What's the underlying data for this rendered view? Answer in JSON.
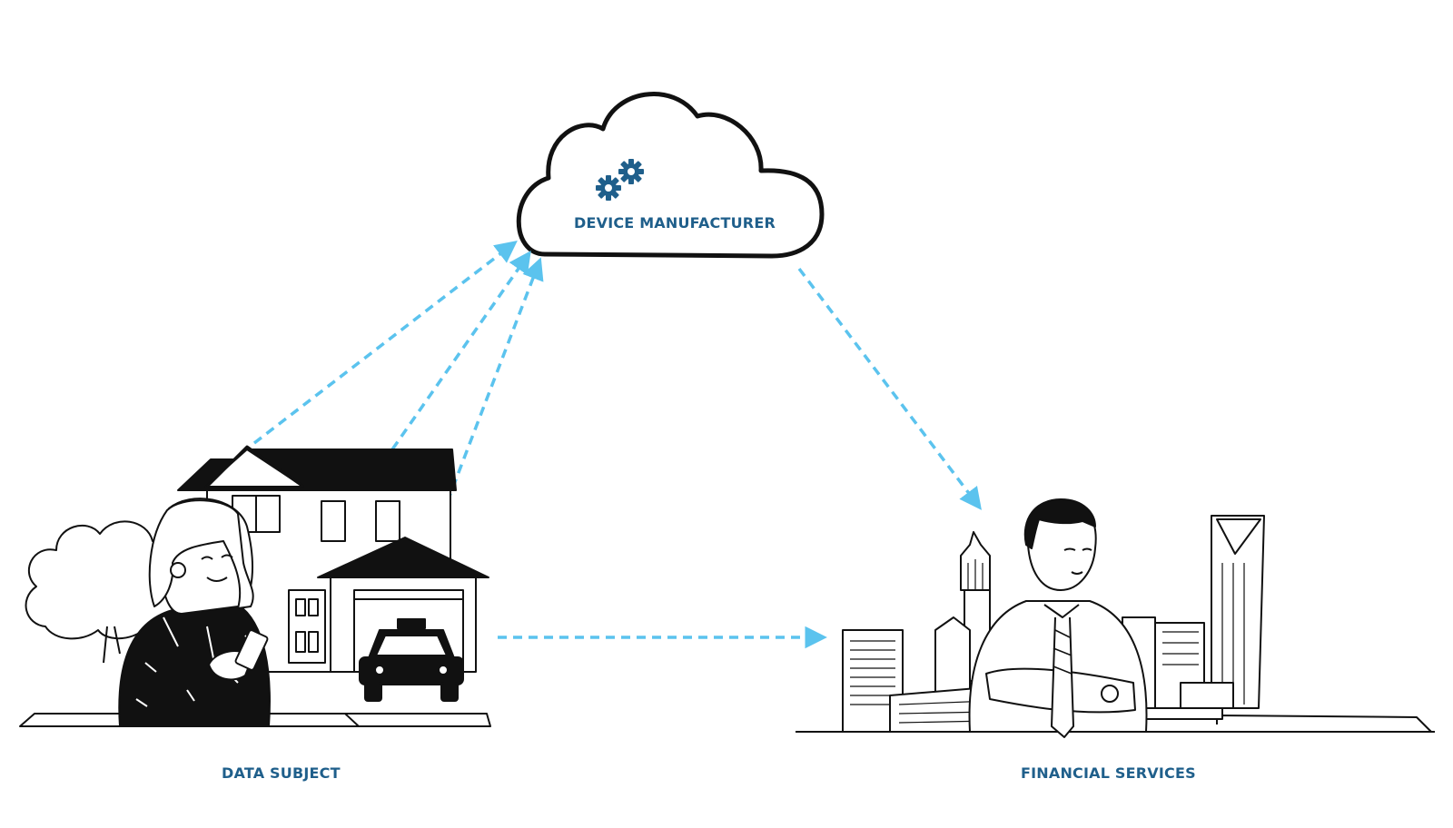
{
  "colors": {
    "label": "#1f5f8b",
    "arrow": "#5bc3ee",
    "ink": "#111111",
    "gear": "#1f5f8b"
  },
  "cloud": {
    "label": "DEVICE MANUFACTURER",
    "icon": "gears-icon"
  },
  "data_subject": {
    "label": "DATA SUBJECT"
  },
  "financial_services": {
    "label": "FINANCIAL SERVICES"
  }
}
